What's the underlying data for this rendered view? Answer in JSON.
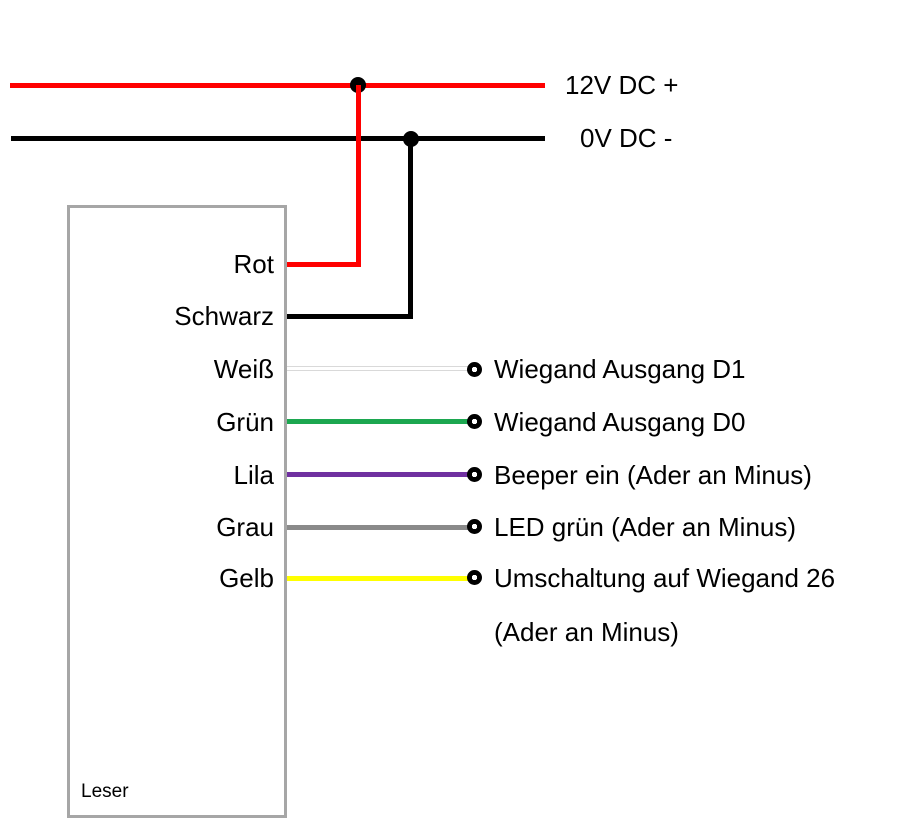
{
  "colors": {
    "red": "#ff0000",
    "black": "#000000",
    "white_wire_fill": "#ffffff",
    "white_wire_outline": "#d9d9d9",
    "green": "#1ca750",
    "purple": "#7030a0",
    "gray": "#8a8a8a",
    "yellow": "#ffff00",
    "reader_box_border": "#a6a6a6"
  },
  "power_rails": [
    {
      "label": "12V DC +",
      "color": "#ff0000"
    },
    {
      "label": "0V DC -",
      "color": "#000000"
    }
  ],
  "reader": {
    "label": "Leser"
  },
  "wires": [
    {
      "name": "Rot",
      "color": "#ff0000"
    },
    {
      "name": "Schwarz",
      "color": "#000000"
    },
    {
      "name": "Weiß",
      "color": "#ffffff",
      "function": "Wiegand Ausgang D1"
    },
    {
      "name": "Grün",
      "color": "#1ca750",
      "function": "Wiegand Ausgang D0"
    },
    {
      "name": "Lila",
      "color": "#7030a0",
      "function": "Beeper ein (Ader an Minus)"
    },
    {
      "name": "Grau",
      "color": "#8a8a8a",
      "function": "LED grün (Ader an Minus)"
    },
    {
      "name": "Gelb",
      "color": "#ffff00",
      "function": "Umschaltung auf Wiegand 26",
      "function_line2": "(Ader an Minus)"
    }
  ]
}
